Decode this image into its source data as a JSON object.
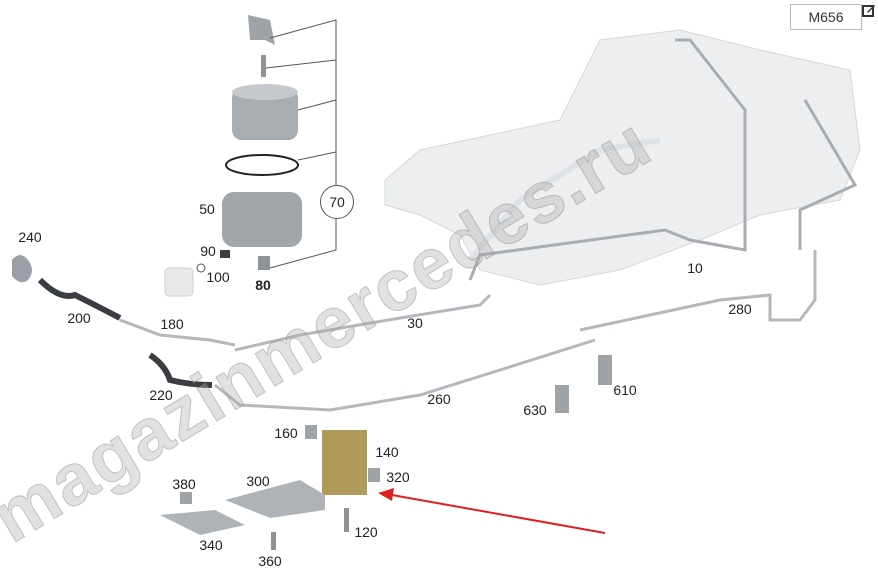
{
  "model_code": "M656",
  "group_label": "70",
  "watermark": "magazinmercedes.ru",
  "colors": {
    "arrow": "#e02020",
    "part": "#b9bdc2",
    "tank": "#eceef0",
    "bracket": "#b09a5a"
  },
  "labels": {
    "p10": "10",
    "p30": "30",
    "p50": "50",
    "p80": "80",
    "p90": "90",
    "p100": "100",
    "p120": "120",
    "p140": "140",
    "p160": "160",
    "p180": "180",
    "p200": "200",
    "p220": "220",
    "p240": "240",
    "p260": "260",
    "p280": "280",
    "p300": "300",
    "p320": "320",
    "p340": "340",
    "p360": "360",
    "p380": "380",
    "p610": "610",
    "p630": "630"
  }
}
